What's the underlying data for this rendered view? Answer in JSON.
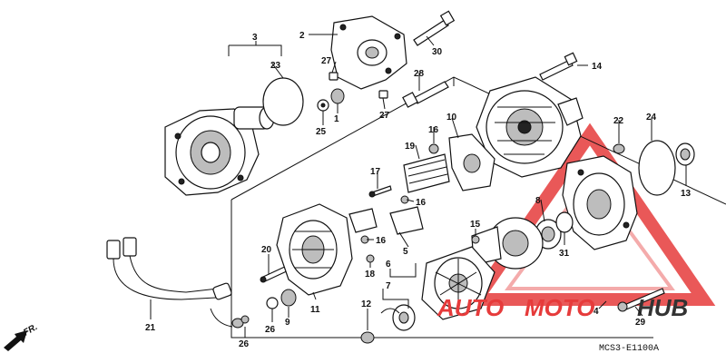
{
  "diagram": {
    "labels": {
      "p1": "1",
      "p2": "2",
      "p3": "3",
      "p4": "4",
      "p5": "5",
      "p6": "6",
      "p7": "7",
      "p8": "8",
      "p9": "9",
      "p10": "10",
      "p11": "11",
      "p12": "12",
      "p13": "13",
      "p14": "14",
      "p15": "15",
      "p16a": "16",
      "p16b": "16",
      "p16c": "16",
      "p17": "17",
      "p18": "18",
      "p19": "19",
      "p20": "20",
      "p21": "21",
      "p22": "22",
      "p23": "23",
      "p24": "24",
      "p25": "25",
      "p26a": "26",
      "p26b": "26",
      "p27a": "27",
      "p27b": "27",
      "p28": "28",
      "p29": "29",
      "p30": "30",
      "p31": "31"
    },
    "front_indicator": "FR.",
    "diagram_code": "MCS3-E1100A",
    "watermark": {
      "text_left": "AUTO",
      "text_mid": "MOTO",
      "text_right": "HUB",
      "color_red": "#e63b3b",
      "color_dark": "#333333"
    }
  }
}
